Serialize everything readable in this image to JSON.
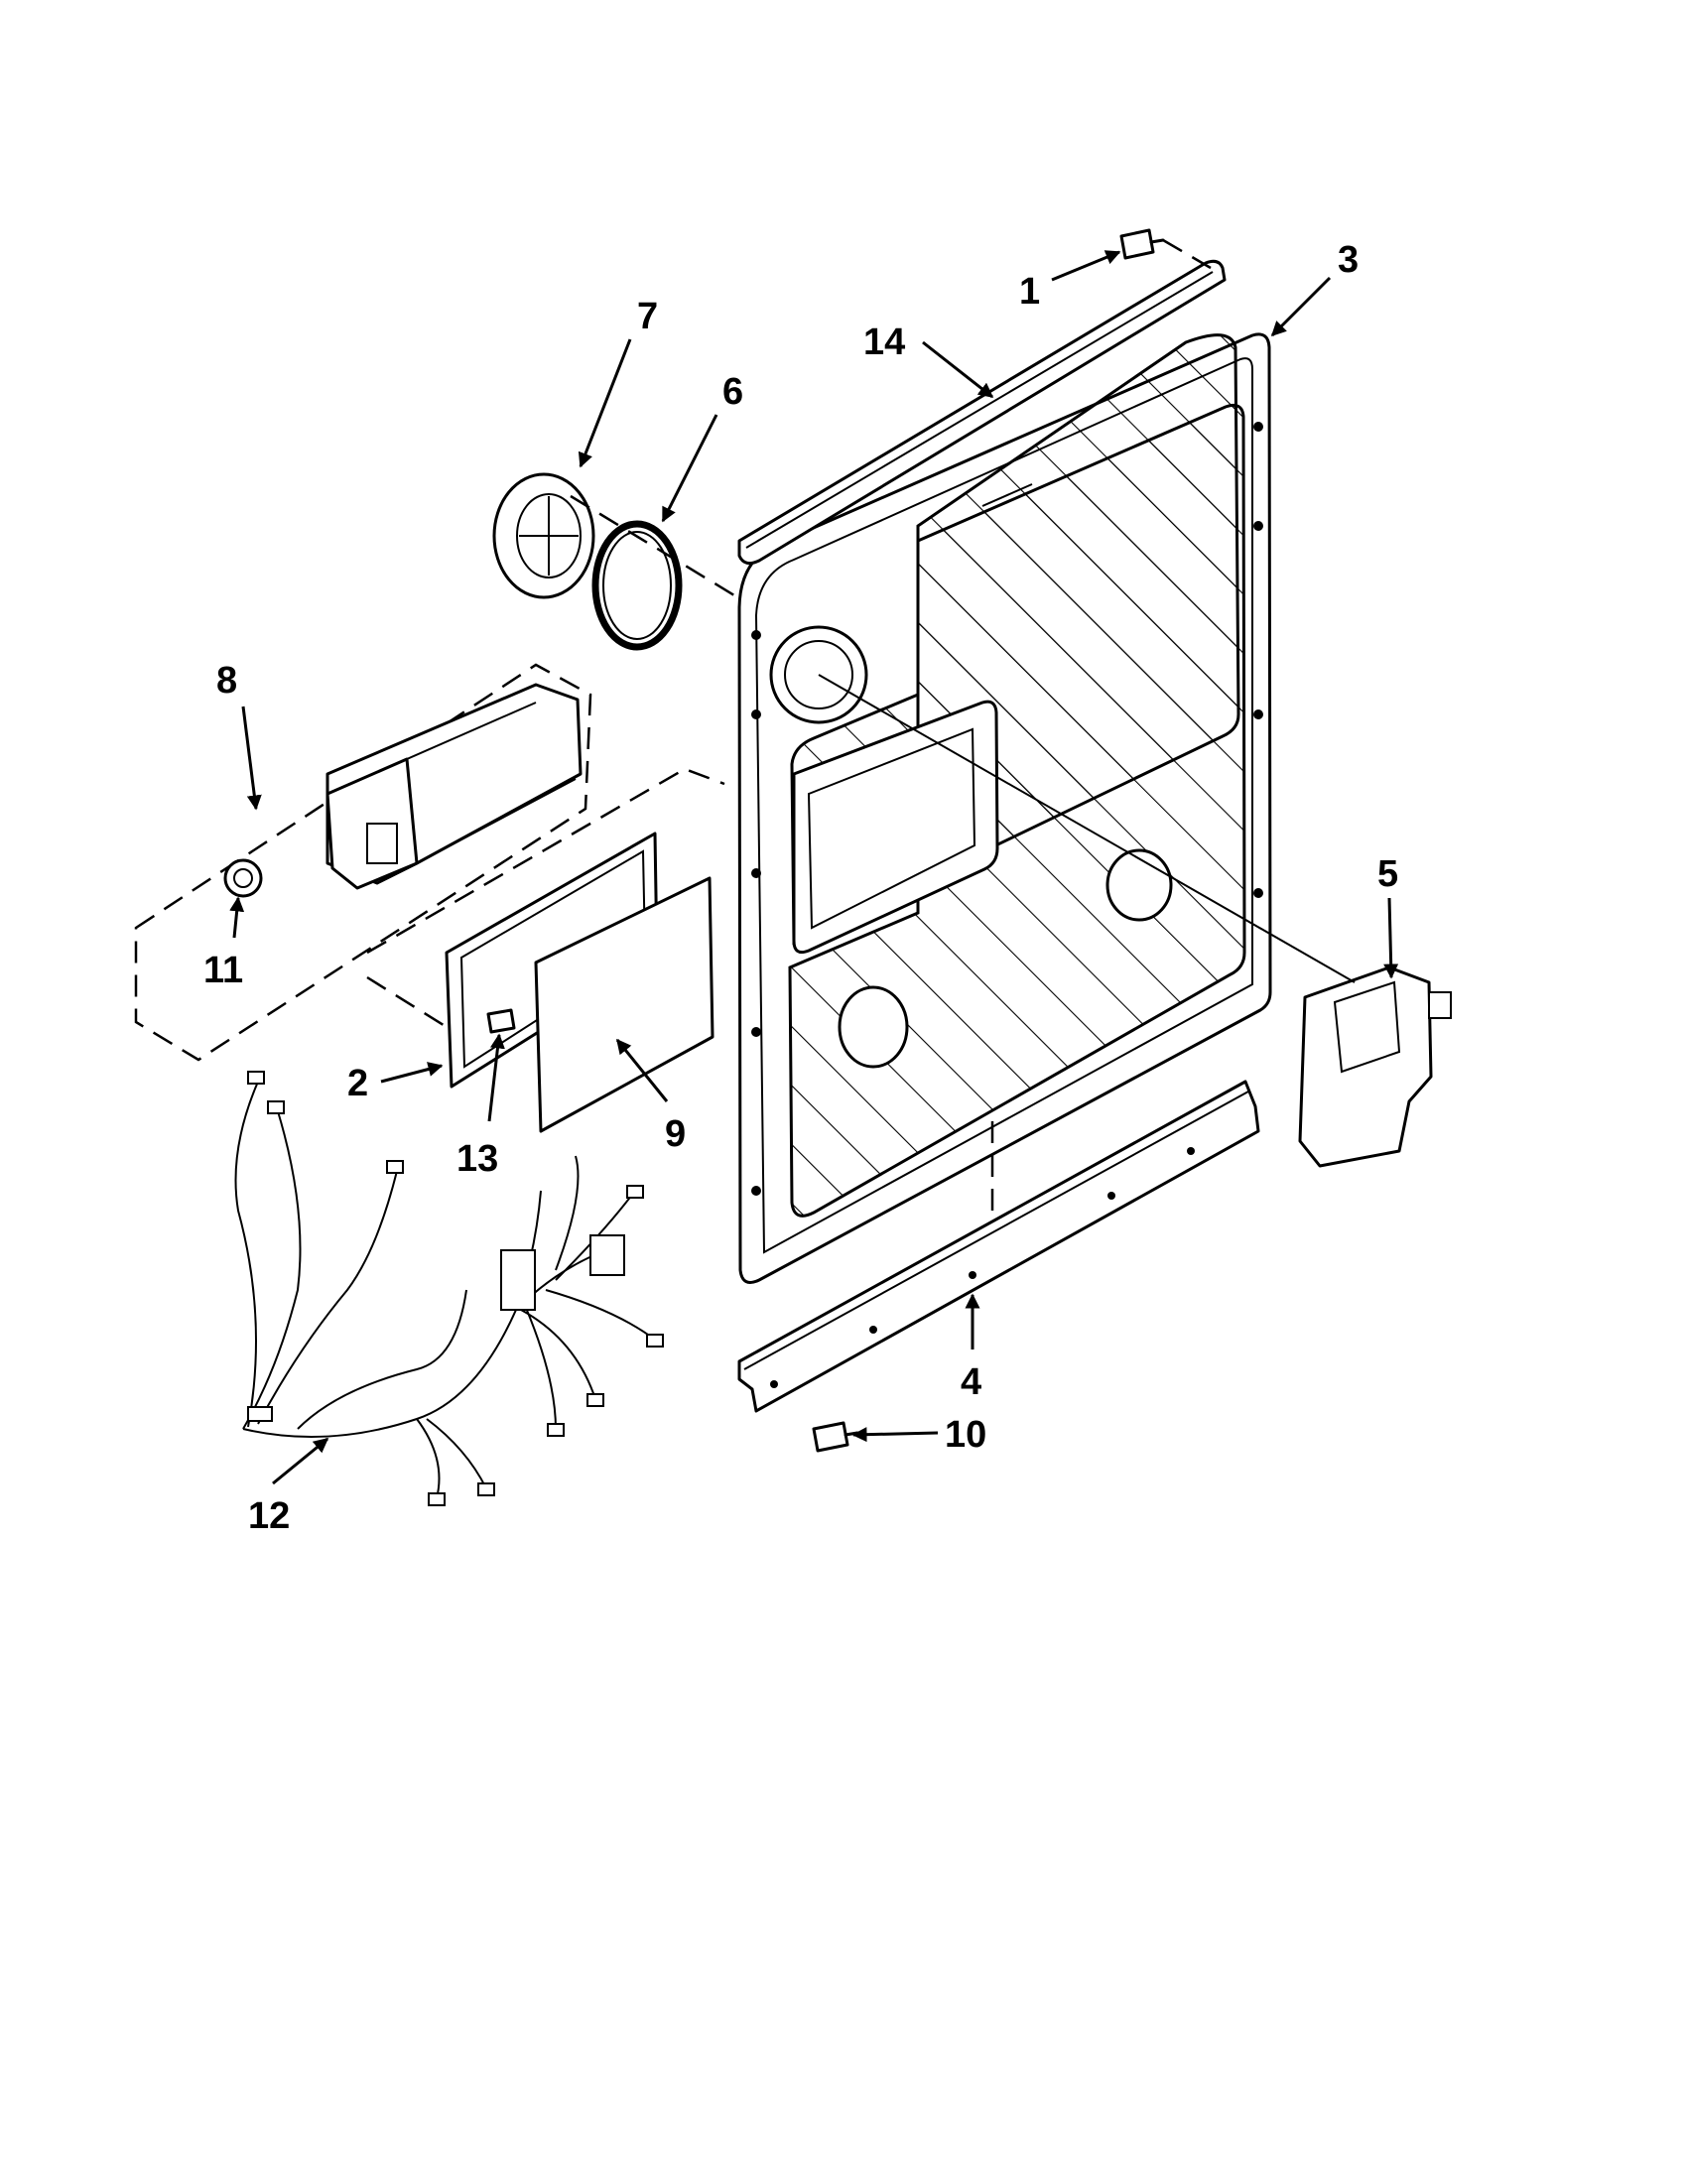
{
  "callouts": [
    {
      "id": "1",
      "label": "1"
    },
    {
      "id": "2",
      "label": "2"
    },
    {
      "id": "3",
      "label": "3"
    },
    {
      "id": "4",
      "label": "4"
    },
    {
      "id": "5",
      "label": "5"
    },
    {
      "id": "6",
      "label": "6"
    },
    {
      "id": "7",
      "label": "7"
    },
    {
      "id": "8",
      "label": "8"
    },
    {
      "id": "9",
      "label": "9"
    },
    {
      "id": "10",
      "label": "10"
    },
    {
      "id": "11",
      "label": "11"
    },
    {
      "id": "12",
      "label": "12"
    },
    {
      "id": "13",
      "label": "13"
    },
    {
      "id": "14",
      "label": "14"
    }
  ],
  "colors": {
    "line": "#000000",
    "background": "#ffffff"
  }
}
